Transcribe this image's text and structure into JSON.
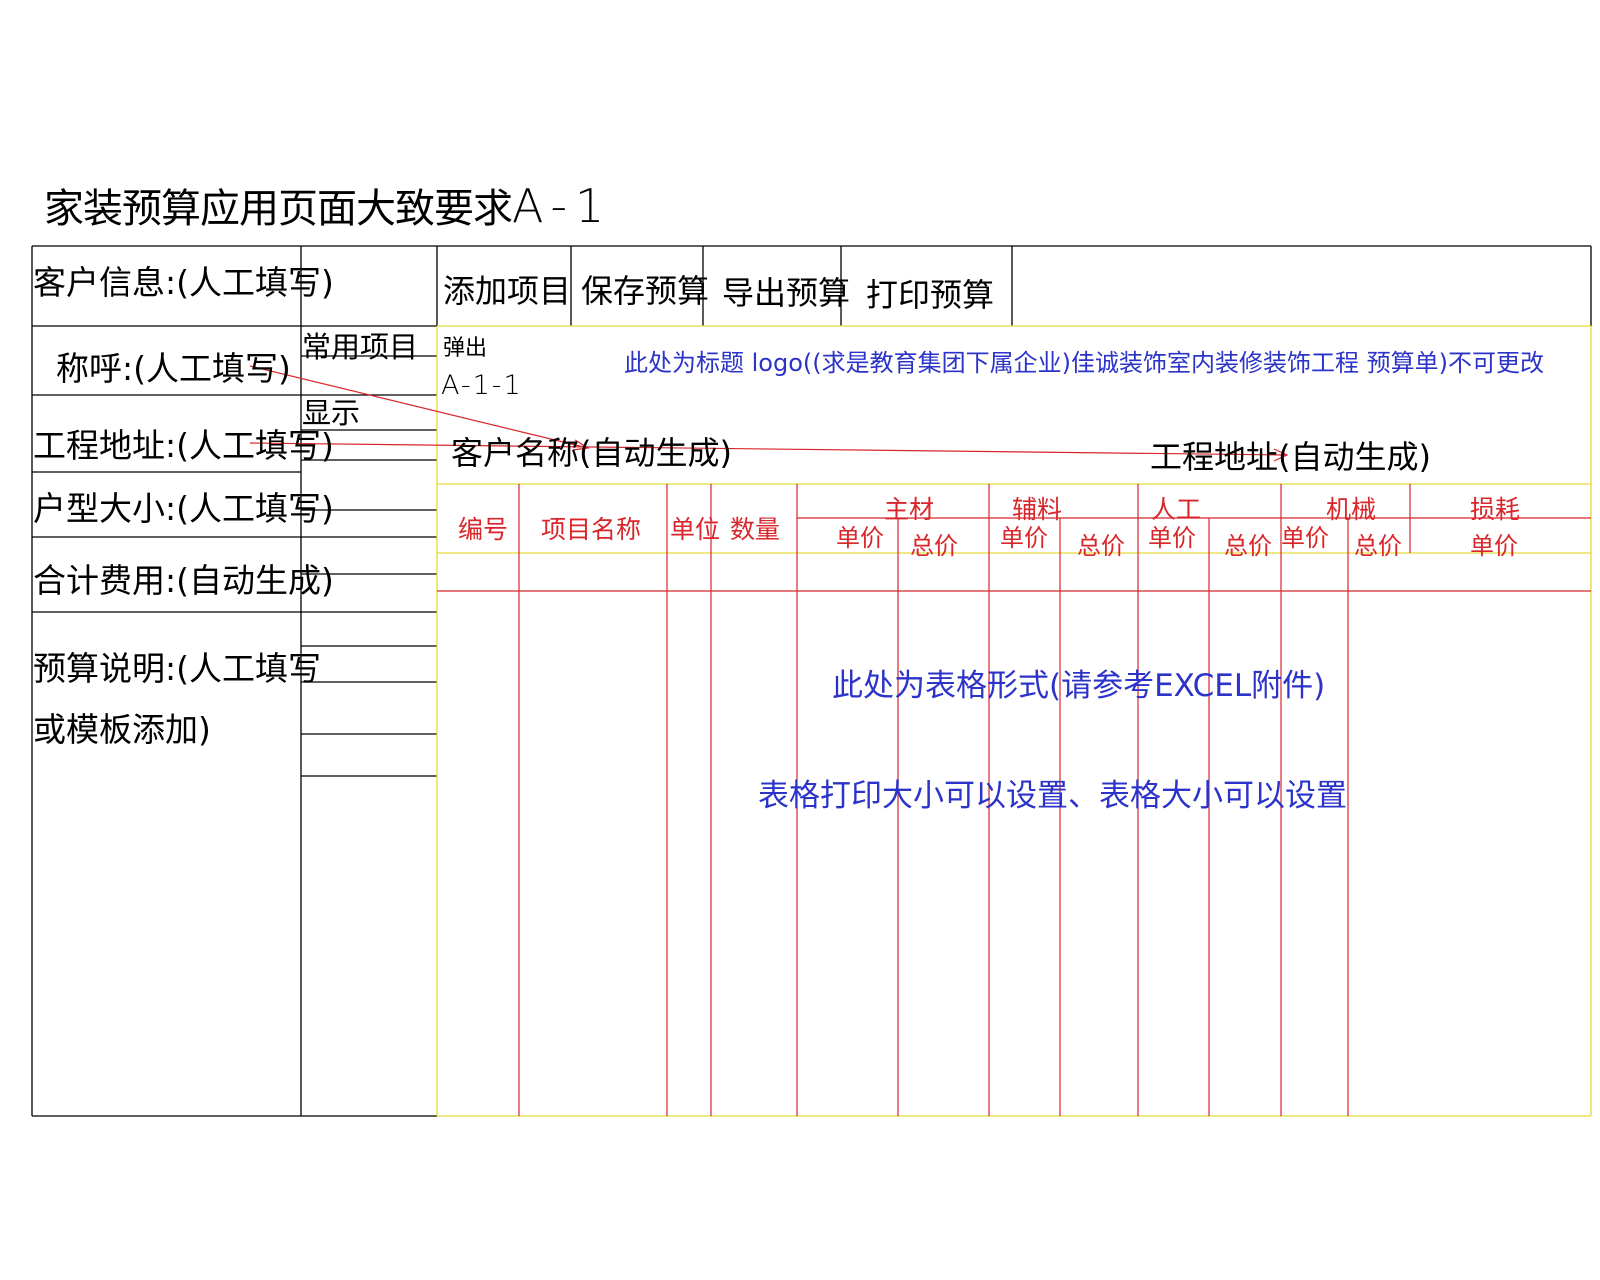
{
  "title": {
    "text": "家装预算应用页面大致要求",
    "code": "A-1"
  },
  "left_panel": {
    "customer_info": "客户信息:(人工填写)",
    "salutation": "称呼:(人工填写)",
    "address": "工程地址:(人工填写)",
    "house_size": "户型大小:(人工填写)",
    "total_cost": "合计费用:(自动生成)",
    "budget_note_line1": "预算说明:(人工填写",
    "budget_note_line2": "或模板添加)"
  },
  "middle_panel": {
    "common_items": "常用项目",
    "display": "显示"
  },
  "toolbar": {
    "add_item": "添加项目",
    "save_budget": "保存预算",
    "export_budget": "导出预算",
    "print_budget": "打印预算"
  },
  "popup": {
    "label": "弹出",
    "code": "A-1-1"
  },
  "header_note": "此处为标题 logo((求是教育集团下属企业)佳诚装饰室内装修装饰工程  预算单)不可更改",
  "auto_fields": {
    "customer_name": "客户名称(自动生成)",
    "project_address": "工程地址(自动生成)"
  },
  "table": {
    "columns": [
      "编号",
      "项目名称",
      "单位",
      "数量"
    ],
    "groups": [
      "主材",
      "辅料",
      "人工",
      "机械",
      "损耗"
    ],
    "sub_unit_price": "单价",
    "sub_total_price": "总价"
  },
  "notes": {
    "table_format": "此处为表格形式(请参考EXCEL附件)",
    "print_settings": "表格打印大小可以设置、表格大小可以设置"
  },
  "colors": {
    "line": "#000000",
    "red": "#d8262a",
    "blue": "#2c33c8",
    "yellow": "#e8d93a"
  }
}
